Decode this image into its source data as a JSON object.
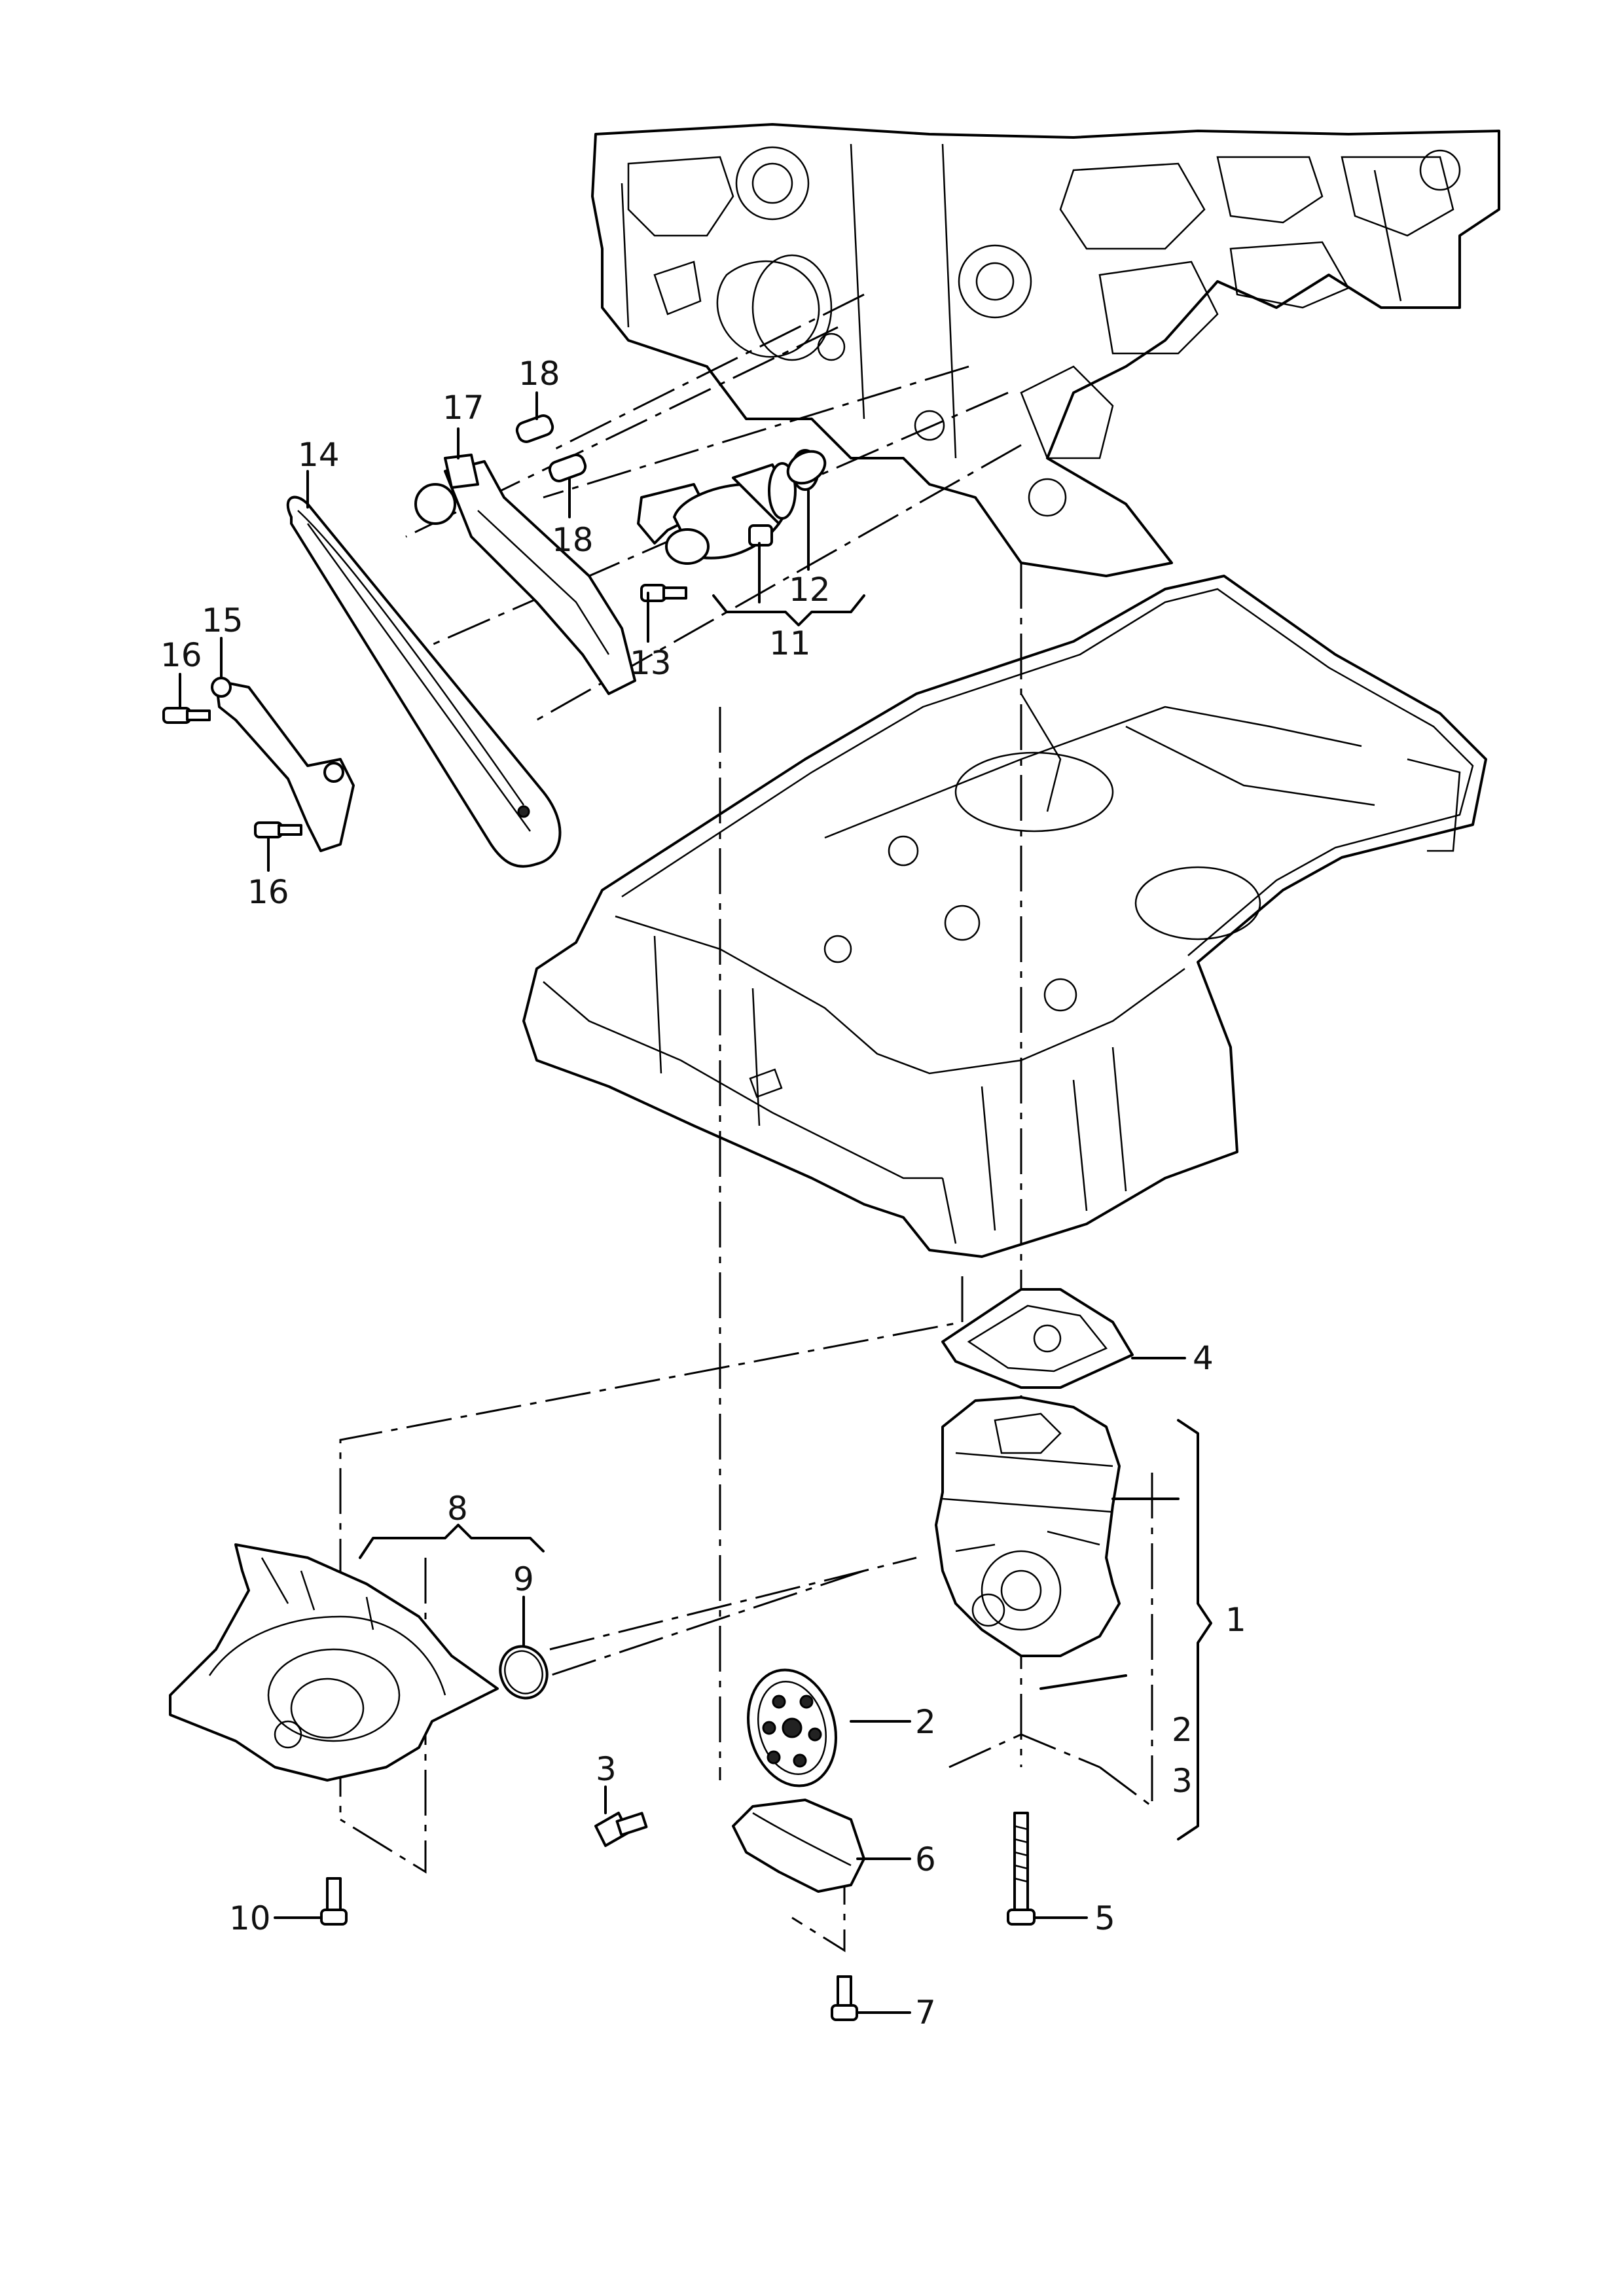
{
  "callouts": {
    "c1": "1",
    "c2a": "2",
    "c2b": "2",
    "c3a": "3",
    "c3b": "3",
    "c4": "4",
    "c5": "5",
    "c6": "6",
    "c7": "7",
    "c8": "8",
    "c9": "9",
    "c10": "10",
    "c11": "11",
    "c12": "12",
    "c13": "13",
    "c14": "14",
    "c15": "15",
    "c16a": "16",
    "c16b": "16",
    "c17": "17",
    "c18a": "18",
    "c18b": "18"
  }
}
